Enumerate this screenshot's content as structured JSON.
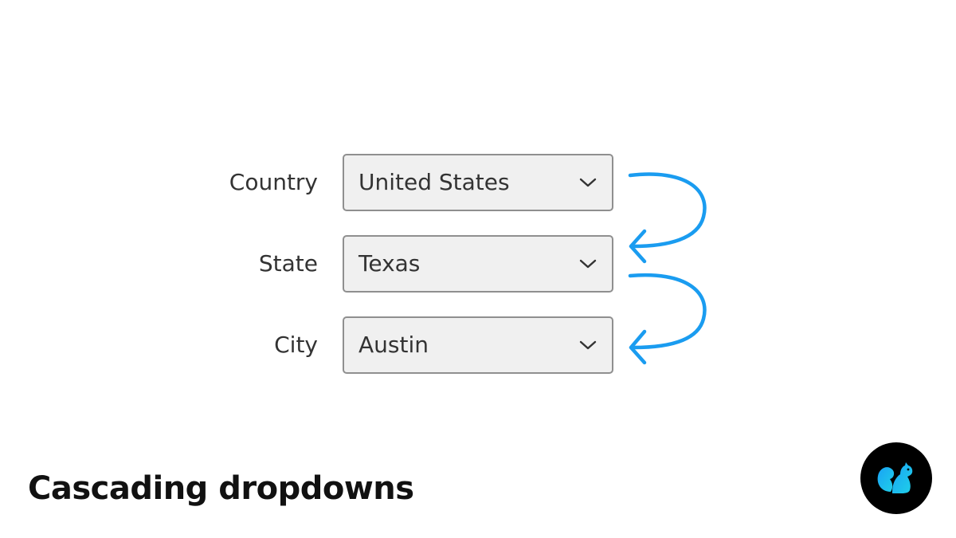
{
  "form": {
    "fields": [
      {
        "label": "Country",
        "value": "United States"
      },
      {
        "label": "State",
        "value": "Texas"
      },
      {
        "label": "City",
        "value": "Austin"
      }
    ]
  },
  "caption": "Cascading dropdowns",
  "icons": {
    "dropdown": "chevron-down-icon",
    "flow": "curved-arrow-icon",
    "logo": "squirrel-logo-icon"
  },
  "colors": {
    "arrow": "#1a9cf0",
    "select_background": "#f0f0f0",
    "select_border": "#8f8f8f",
    "logo_badge": "#000000",
    "logo_mark": "#1aa3f5"
  }
}
